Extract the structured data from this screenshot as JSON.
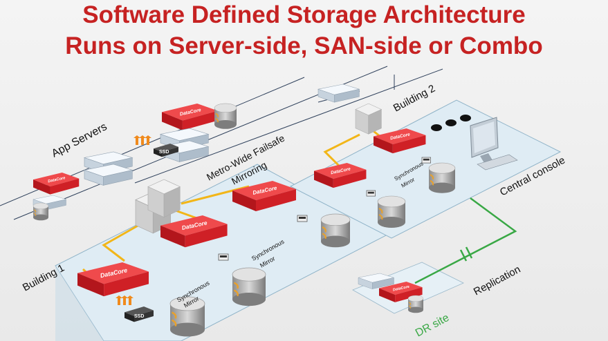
{
  "title": {
    "line1": "Software Defined Storage Architecture",
    "line2": "Runs on Server-side, SAN-side or Combo"
  },
  "labels": {
    "app_servers": "App Servers",
    "metro_line1": "Metro-Wide Failsafe",
    "metro_line2": "Mirroring",
    "building1": "Building 1",
    "building2": "Building 2",
    "central_console": "Central console",
    "replication": "Replication",
    "dr_site": "DR site",
    "sync": "Synchronous",
    "mirror": "Mirror",
    "ssd": "SSD"
  },
  "colors": {
    "title": "#c62222",
    "datacore_red": "#d4232a",
    "platform_blue": "#dbe9f2",
    "link_yellow": "#f2b618",
    "link_green": "#39a845",
    "dr_text": "#3aa845"
  },
  "icons": [
    "server-icon",
    "datacore-appliance-icon",
    "disk-drum-icon",
    "ssd-drive-icon",
    "switch-icon",
    "monitor-icon",
    "heat-arrows-icon"
  ]
}
